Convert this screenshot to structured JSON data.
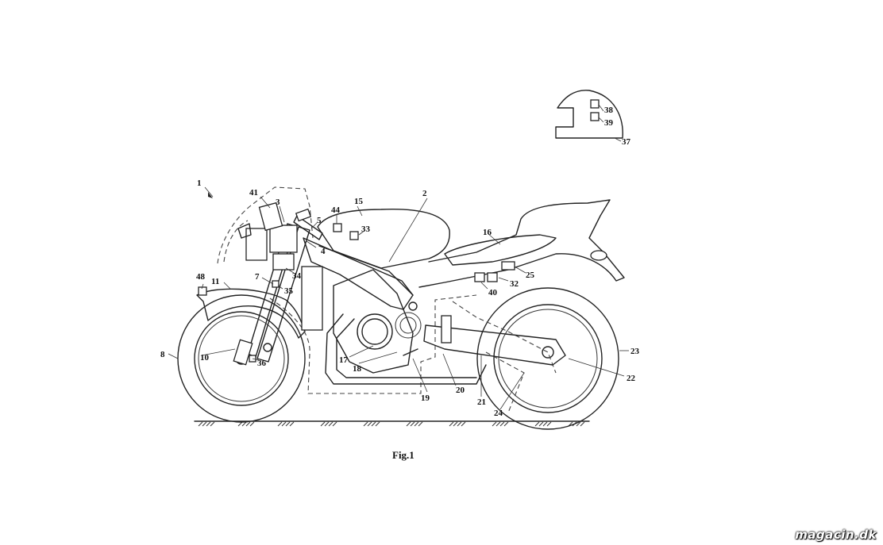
{
  "figure": {
    "caption": "Fig.1",
    "watermark": "magacin.dk"
  },
  "labels": [
    {
      "id": "1",
      "text": "1"
    },
    {
      "id": "2",
      "text": "2"
    },
    {
      "id": "3",
      "text": "3"
    },
    {
      "id": "4",
      "text": "4"
    },
    {
      "id": "5",
      "text": "5"
    },
    {
      "id": "7",
      "text": "7"
    },
    {
      "id": "8",
      "text": "8"
    },
    {
      "id": "10",
      "text": "10"
    },
    {
      "id": "11",
      "text": "11"
    },
    {
      "id": "15",
      "text": "15"
    },
    {
      "id": "16",
      "text": "16"
    },
    {
      "id": "17",
      "text": "17"
    },
    {
      "id": "18",
      "text": "18"
    },
    {
      "id": "19",
      "text": "19"
    },
    {
      "id": "20",
      "text": "20"
    },
    {
      "id": "21",
      "text": "21"
    },
    {
      "id": "22",
      "text": "22"
    },
    {
      "id": "23",
      "text": "23"
    },
    {
      "id": "24",
      "text": "24"
    },
    {
      "id": "25",
      "text": "25"
    },
    {
      "id": "32",
      "text": "32"
    },
    {
      "id": "33",
      "text": "33"
    },
    {
      "id": "34",
      "text": "34"
    },
    {
      "id": "35",
      "text": "35"
    },
    {
      "id": "36",
      "text": "36"
    },
    {
      "id": "37",
      "text": "37"
    },
    {
      "id": "38",
      "text": "38"
    },
    {
      "id": "39",
      "text": "39"
    },
    {
      "id": "40",
      "text": "40"
    },
    {
      "id": "41",
      "text": "41"
    },
    {
      "id": "44",
      "text": "44"
    },
    {
      "id": "48",
      "text": "48"
    }
  ]
}
